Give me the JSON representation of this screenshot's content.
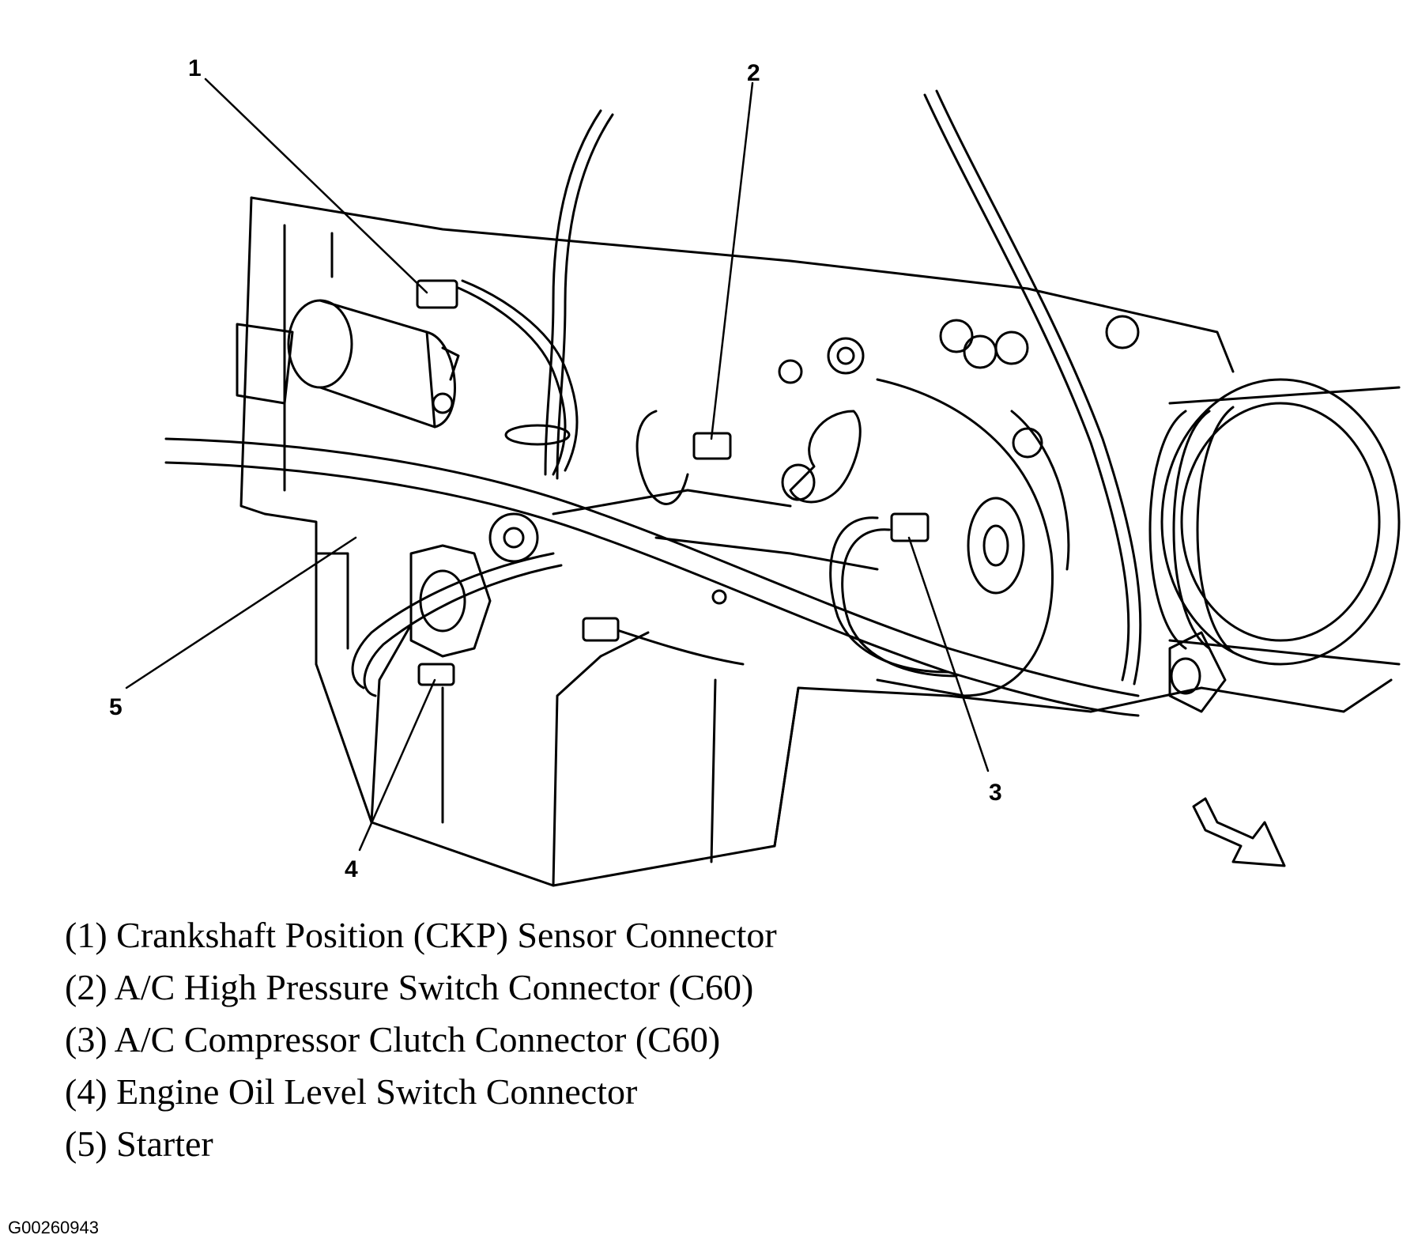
{
  "callouts": {
    "c1": "1",
    "c2": "2",
    "c3": "3",
    "c4": "4",
    "c5": "5"
  },
  "legend": [
    "(1) Crankshaft Position (CKP) Sensor Connector",
    "(2) A/C High Pressure Switch Connector (C60)",
    "(3) A/C Compressor Clutch Connector (C60)",
    "(4) Engine Oil Level Switch Connector",
    "(5) Starter"
  ],
  "figure_id": "G00260943",
  "icons": [
    "front-direction-arrow-icon"
  ]
}
